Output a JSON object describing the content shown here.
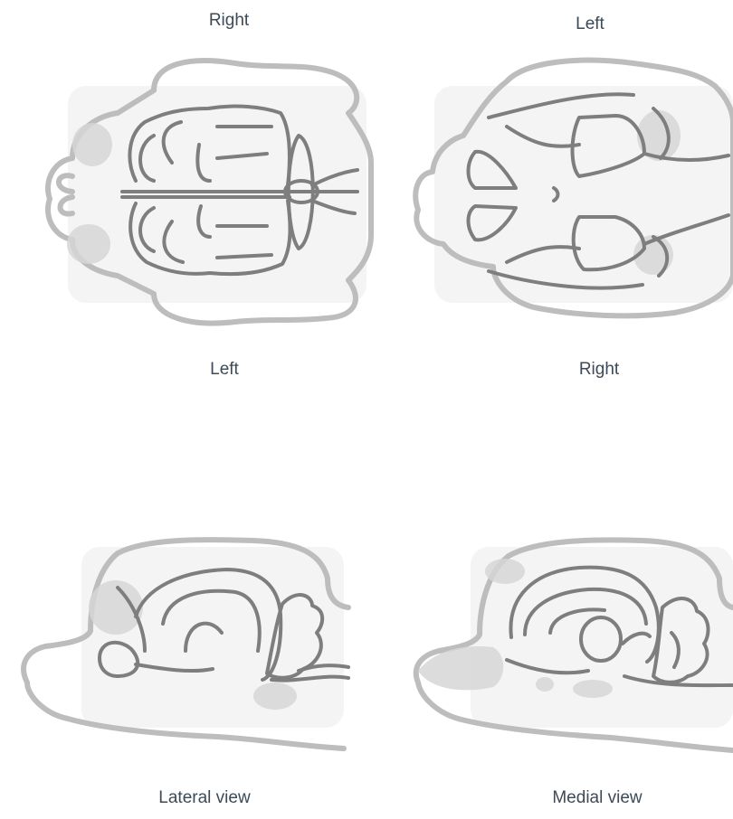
{
  "top_left": {
    "top_label": "Right",
    "bottom_label": "Left"
  },
  "top_right": {
    "top_label": "Left",
    "bottom_label": "Right"
  },
  "bottom_left": {
    "caption": "Lateral view"
  },
  "bottom_right": {
    "caption": "Medial view"
  },
  "colors": {
    "label_text": "#3d4a57",
    "skull_outline": "#bdbdbd",
    "brain_lines": "#7e7e7e",
    "highlight_regions": "#d6d6d6"
  }
}
